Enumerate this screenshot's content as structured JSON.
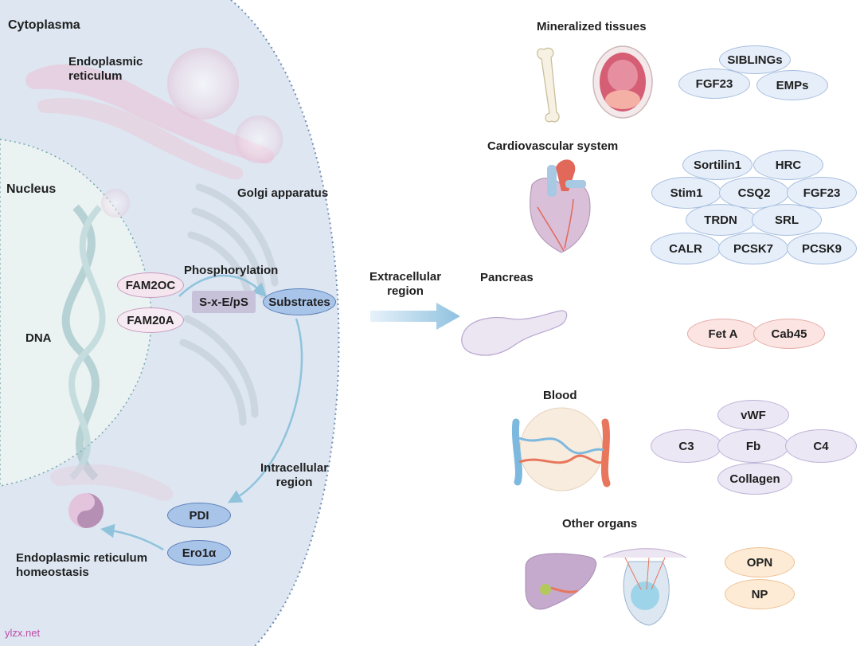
{
  "cell": {
    "cytoplasma": "Cytoplasma",
    "er_label": "Endoplasmic\nreticulum",
    "nucleus": "Nucleus",
    "dna": "DNA",
    "golgi": "Golgi apparatus",
    "phosphorylation": "Phosphorylation",
    "fam20c": "FAM2OC",
    "fam20a": "FAM20A",
    "motif": "S-x-E/pS",
    "substrates": "Substrates",
    "intracellular": "Intracellular\nregion",
    "pdi": "PDI",
    "ero1a": "Ero1α",
    "er_homeostasis": "Endoplasmic reticulum\nhomeostasis"
  },
  "extracellular": "Extracellular\nregion",
  "sections": {
    "mineralized": {
      "title": "Mineralized tissues",
      "proteins": [
        "SIBLINGs",
        "FGF23",
        "EMPs"
      ],
      "color": "#e6eef9"
    },
    "cardio": {
      "title": "Cardiovascular system",
      "proteins": [
        "Sortilin1",
        "HRC",
        "Stim1",
        "CSQ2",
        "FGF23",
        "TRDN",
        "SRL",
        "CALR",
        "PCSK7",
        "PCSK9"
      ],
      "color": "#e6eef9"
    },
    "pancreas": {
      "title": "Pancreas",
      "proteins": [
        "Fet A",
        "Cab45"
      ],
      "color": "#fbe4e2"
    },
    "blood": {
      "title": "Blood",
      "proteins": [
        "vWF",
        "C3",
        "Fb",
        "C4",
        "Collagen"
      ],
      "color": "#ebe7f4"
    },
    "other": {
      "title": "Other organs",
      "proteins": [
        "OPN",
        "NP"
      ],
      "color": "#fdebd5"
    }
  },
  "icons": [
    "yin-yang-icon",
    "bone-icon",
    "mouth-icon",
    "heart-icon",
    "pancreas-icon",
    "blood-vessel-icon",
    "liver-icon",
    "kidney-icon"
  ],
  "watermark": "ylzx.net",
  "colors": {
    "cytoplasm": "#dde6f1",
    "nucleus": "#eaf2f2",
    "arrow": "#9bc7de",
    "er": "#e7cfe0"
  }
}
